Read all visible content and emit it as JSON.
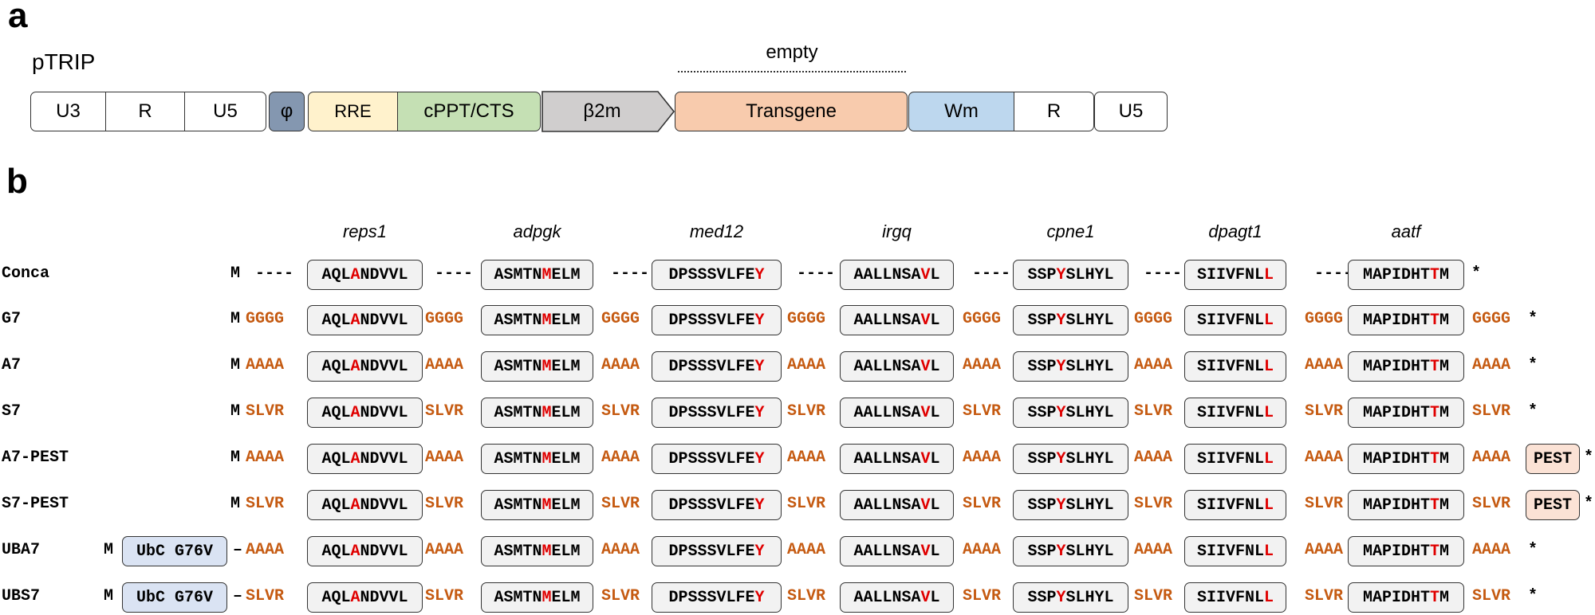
{
  "panel_a": {
    "label": "a",
    "construct": "pTRIP",
    "empty_label": "empty",
    "segments": [
      {
        "label": "U3",
        "color": "#ffffff"
      },
      {
        "label": "R",
        "color": "#ffffff"
      },
      {
        "label": "U5",
        "color": "#ffffff"
      },
      {
        "label": "φ",
        "color": "#8497b0"
      },
      {
        "label": "RRE",
        "color": "#fff2cc"
      },
      {
        "label": "cPPT/CTS",
        "color": "#c5e0b4"
      },
      {
        "label": "β2m",
        "color": "#d0cece"
      },
      {
        "label": "Transgene",
        "color": "#f8cbad"
      },
      {
        "label": "Wm",
        "color": "#bdd7ee"
      },
      {
        "label": "R",
        "color": "#ffffff"
      },
      {
        "label": "U5",
        "color": "#ffffff"
      }
    ]
  },
  "panel_b": {
    "label": "b",
    "genes": [
      "reps1",
      "adpgk",
      "med12",
      "irgq",
      "cpne1",
      "dpagt1",
      "aatf"
    ],
    "start_codon": "M",
    "stop": "*",
    "pest_label": "PEST",
    "ubc_label": "UbC G76V",
    "ubc_dash": "–",
    "colors": {
      "linker": "#c55a11",
      "mutation": "#e00000",
      "peptide_bg": "#f2f2f2",
      "pest_bg": "#fbe2d5",
      "ubc_bg": "#dae3f3"
    },
    "peptides": [
      {
        "pre": "AQL",
        "mut": "A",
        "post": "NDVVL"
      },
      {
        "pre": "ASMTN",
        "mut": "M",
        "post": "ELM"
      },
      {
        "pre": "DPSSSVLFE",
        "mut": "Y",
        "post": ""
      },
      {
        "pre": "AALLNSA",
        "mut": "V",
        "post": "L"
      },
      {
        "pre": "SSP",
        "mut": "Y",
        "post": "SLHYL"
      },
      {
        "pre": "SIIVFNL",
        "mut": "L",
        "post": ""
      },
      {
        "pre": "MAPIDHT",
        "mut": "T",
        "post": "M"
      }
    ],
    "rows": [
      {
        "name": "Conca",
        "linker": "----",
        "trailing": false,
        "pest": false,
        "ubc": false
      },
      {
        "name": "G7",
        "linker": "GGGG",
        "trailing": true,
        "pest": false,
        "ubc": false
      },
      {
        "name": "A7",
        "linker": "AAAA",
        "trailing": true,
        "pest": false,
        "ubc": false
      },
      {
        "name": "S7",
        "linker": "SLVR",
        "trailing": true,
        "pest": false,
        "ubc": false
      },
      {
        "name": "A7-PEST",
        "linker": "AAAA",
        "trailing": true,
        "pest": true,
        "ubc": false
      },
      {
        "name": "S7-PEST",
        "linker": "SLVR",
        "trailing": true,
        "pest": true,
        "ubc": false
      },
      {
        "name": "UBA7",
        "linker": "AAAA",
        "trailing": true,
        "pest": false,
        "ubc": true
      },
      {
        "name": "UBS7",
        "linker": "SLVR",
        "trailing": true,
        "pest": false,
        "ubc": true
      }
    ]
  }
}
